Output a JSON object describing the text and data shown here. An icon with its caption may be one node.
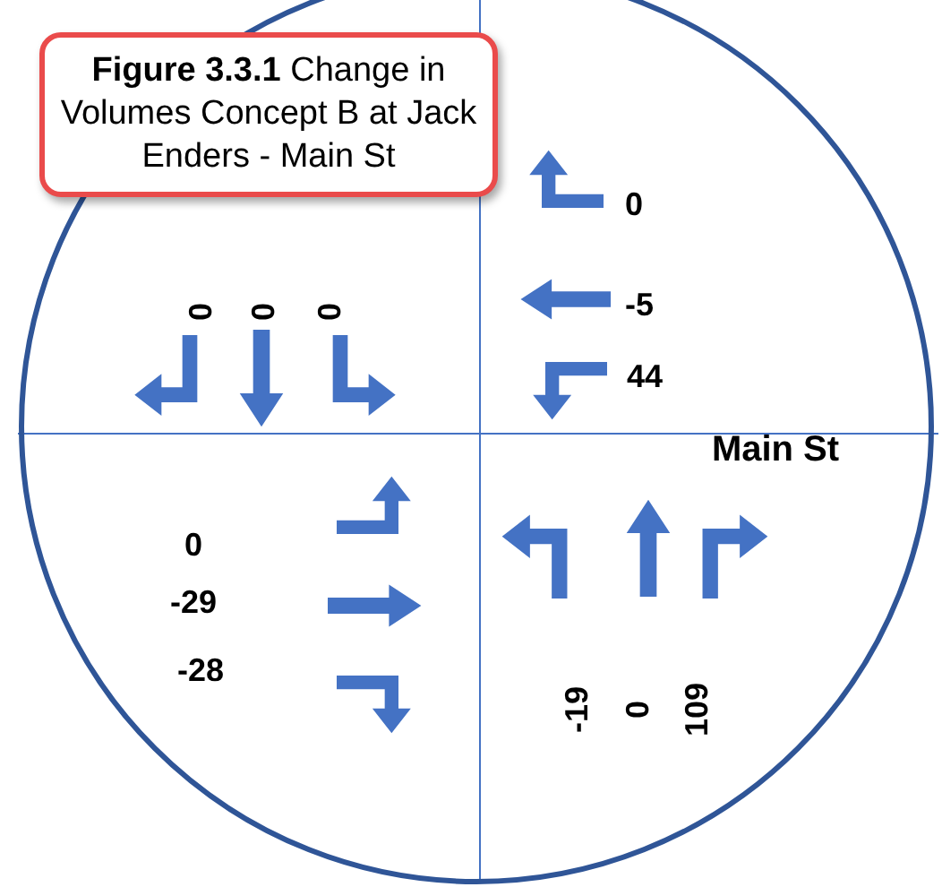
{
  "diagram": {
    "nodes": [
      {
        "text": [
          "**Figure 3.3.1** Change in Volumes Concept B at Jack Enders - Main St"
        ]
      }
    ],
    "labels": [
      "0",
      "0",
      "0",
      "0",
      "-5",
      "44",
      "Main St",
      "0",
      "-29",
      "-28",
      "-19",
      "0",
      "109"
    ]
  }
}
